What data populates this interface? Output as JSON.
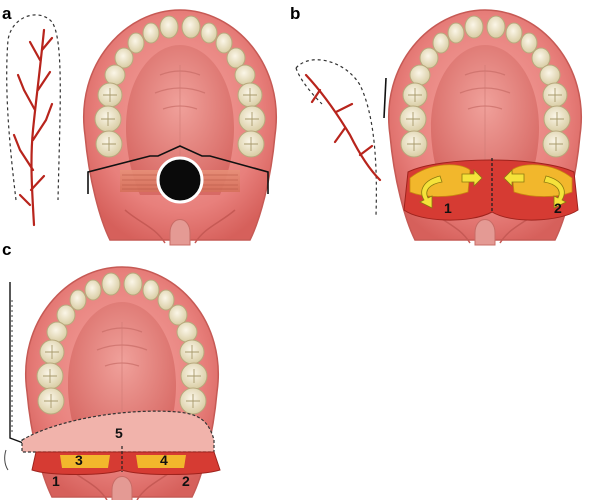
{
  "panels": {
    "a": {
      "label": "a"
    },
    "b": {
      "label": "b"
    },
    "c": {
      "label": "c"
    }
  },
  "panel_b_numbers": [
    "1",
    "2"
  ],
  "panel_c_numbers": [
    "1",
    "2",
    "3",
    "4",
    "5"
  ],
  "colors": {
    "gum": "#e8807c",
    "gum_dark": "#c9514c",
    "palate": "#e58a85",
    "tooth": "#f2ead5",
    "tooth_edge": "#b7a97c",
    "flap_red": "#d63b33",
    "fat_yellow": "#f2b72c",
    "arrow_yellow": "#f5e23a",
    "vessel": "#b8241c",
    "flap_pink": "#f1b3ab"
  }
}
